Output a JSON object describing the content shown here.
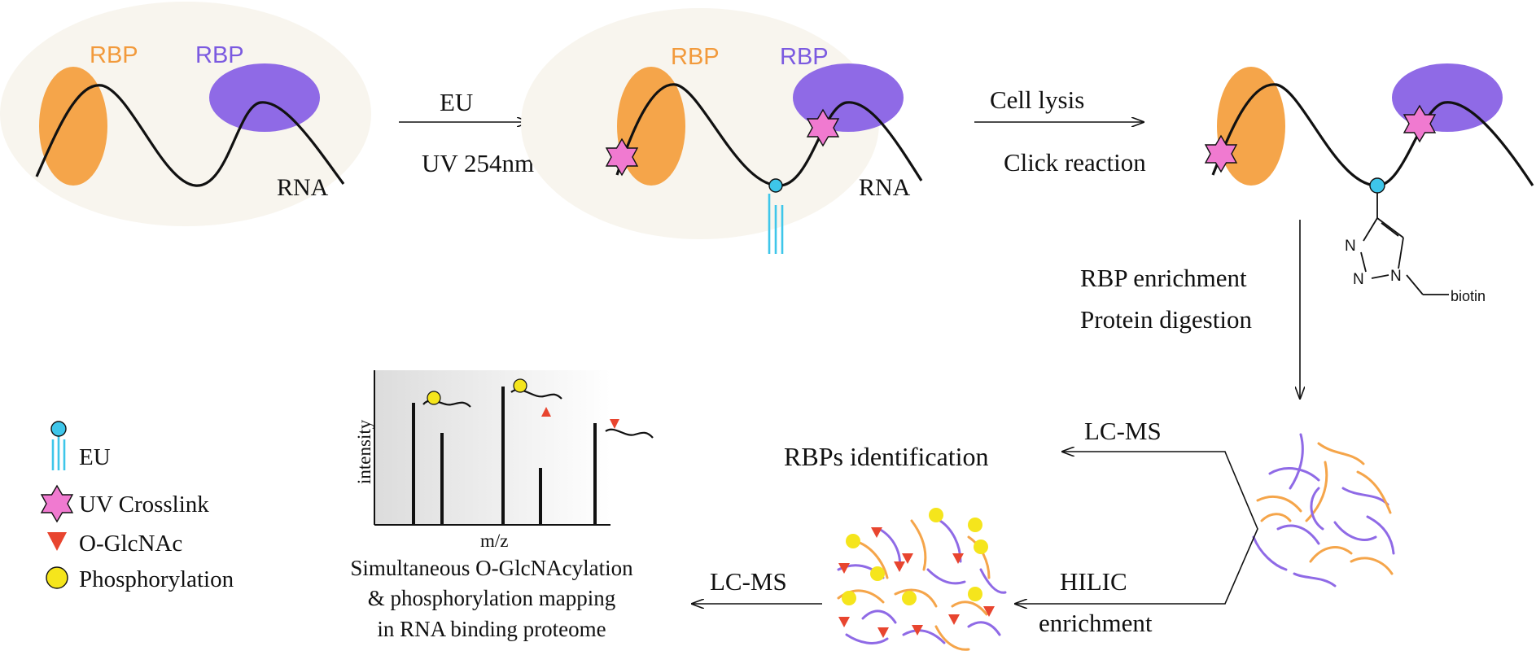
{
  "labels": {
    "rbp": "RBP",
    "rna": "RNA",
    "step1_top": "EU",
    "step1_bottom": "UV 254nm",
    "step2_top": "Cell lysis",
    "step2_bottom": "Click reaction",
    "step3_line1": "RBP enrichment",
    "step3_line2": "Protein digestion",
    "lcms_top": "LC-MS",
    "rbps_identification": "RBPs identification",
    "hilic_line1": "HILIC",
    "hilic_line2": "enrichment",
    "lcms_bottom": "LC-MS",
    "spectrum_ylabel": "intensity",
    "spectrum_xlabel": "m/z",
    "caption_line1": "Simultaneous O-GlcNAcylation",
    "caption_line2": "& phosphorylation mapping",
    "caption_line3": "in RNA binding proteome",
    "chem_n1": "N",
    "chem_n2": "N",
    "chem_n3": "N",
    "chem_biotin": "biotin"
  },
  "legend": [
    {
      "key": "eu",
      "label": "EU"
    },
    {
      "key": "uv",
      "label": "UV Crosslink"
    },
    {
      "key": "glc",
      "label": "O-GlcNAc"
    },
    {
      "key": "phos",
      "label": "Phosphorylation"
    }
  ],
  "colors": {
    "rbp_orange": "#f5a54a",
    "rbp_purple": "#8f6ae6",
    "cell_bg": "#f8f5ee",
    "eu_cyan": "#3ec6ea",
    "uv_pink": "#f07ad0",
    "glc_red": "#e8452f",
    "phos_yellow": "#f5e51c",
    "label_orange": "#f29a3c",
    "label_purple": "#7b5ae0"
  }
}
